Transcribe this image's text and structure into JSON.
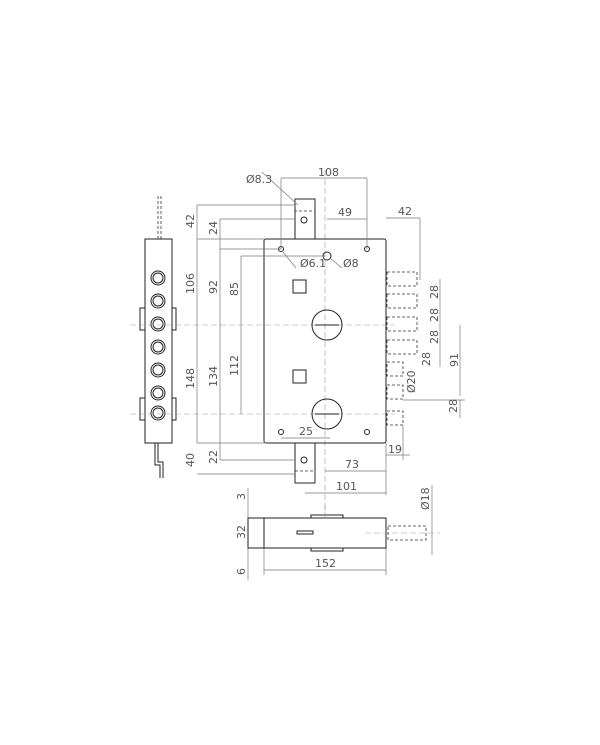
{
  "dimensions": {
    "top_width": "108",
    "top_hole_dia": "Ø8.3",
    "center_offset": "49",
    "bolt_throw": "42",
    "upper_ext": "42",
    "upper_hole": "24",
    "upper_height": "106",
    "upper_hole_to_center": "92",
    "upper_spindle": "85",
    "mount_hole_dia": "Ø6.1",
    "square_hole": "Ø8",
    "lower_height": "148",
    "lower_hole_to_center": "134",
    "cylinder_spacing": "112",
    "bottom_hole_offset": "25",
    "bolt_pitch": [
      "28",
      "28",
      "28",
      "28"
    ],
    "bolt_span": "91",
    "bolt_dia": "Ø20",
    "lower_pitch": "28",
    "faceplate": "19",
    "backset_73": "73",
    "backset_101": "101",
    "lower_ext": "40",
    "lower_hole": "22",
    "side_bolt_dia": "Ø18",
    "thickness_top": "3",
    "thickness": "32",
    "thickness_bottom": "6",
    "length": "152"
  }
}
